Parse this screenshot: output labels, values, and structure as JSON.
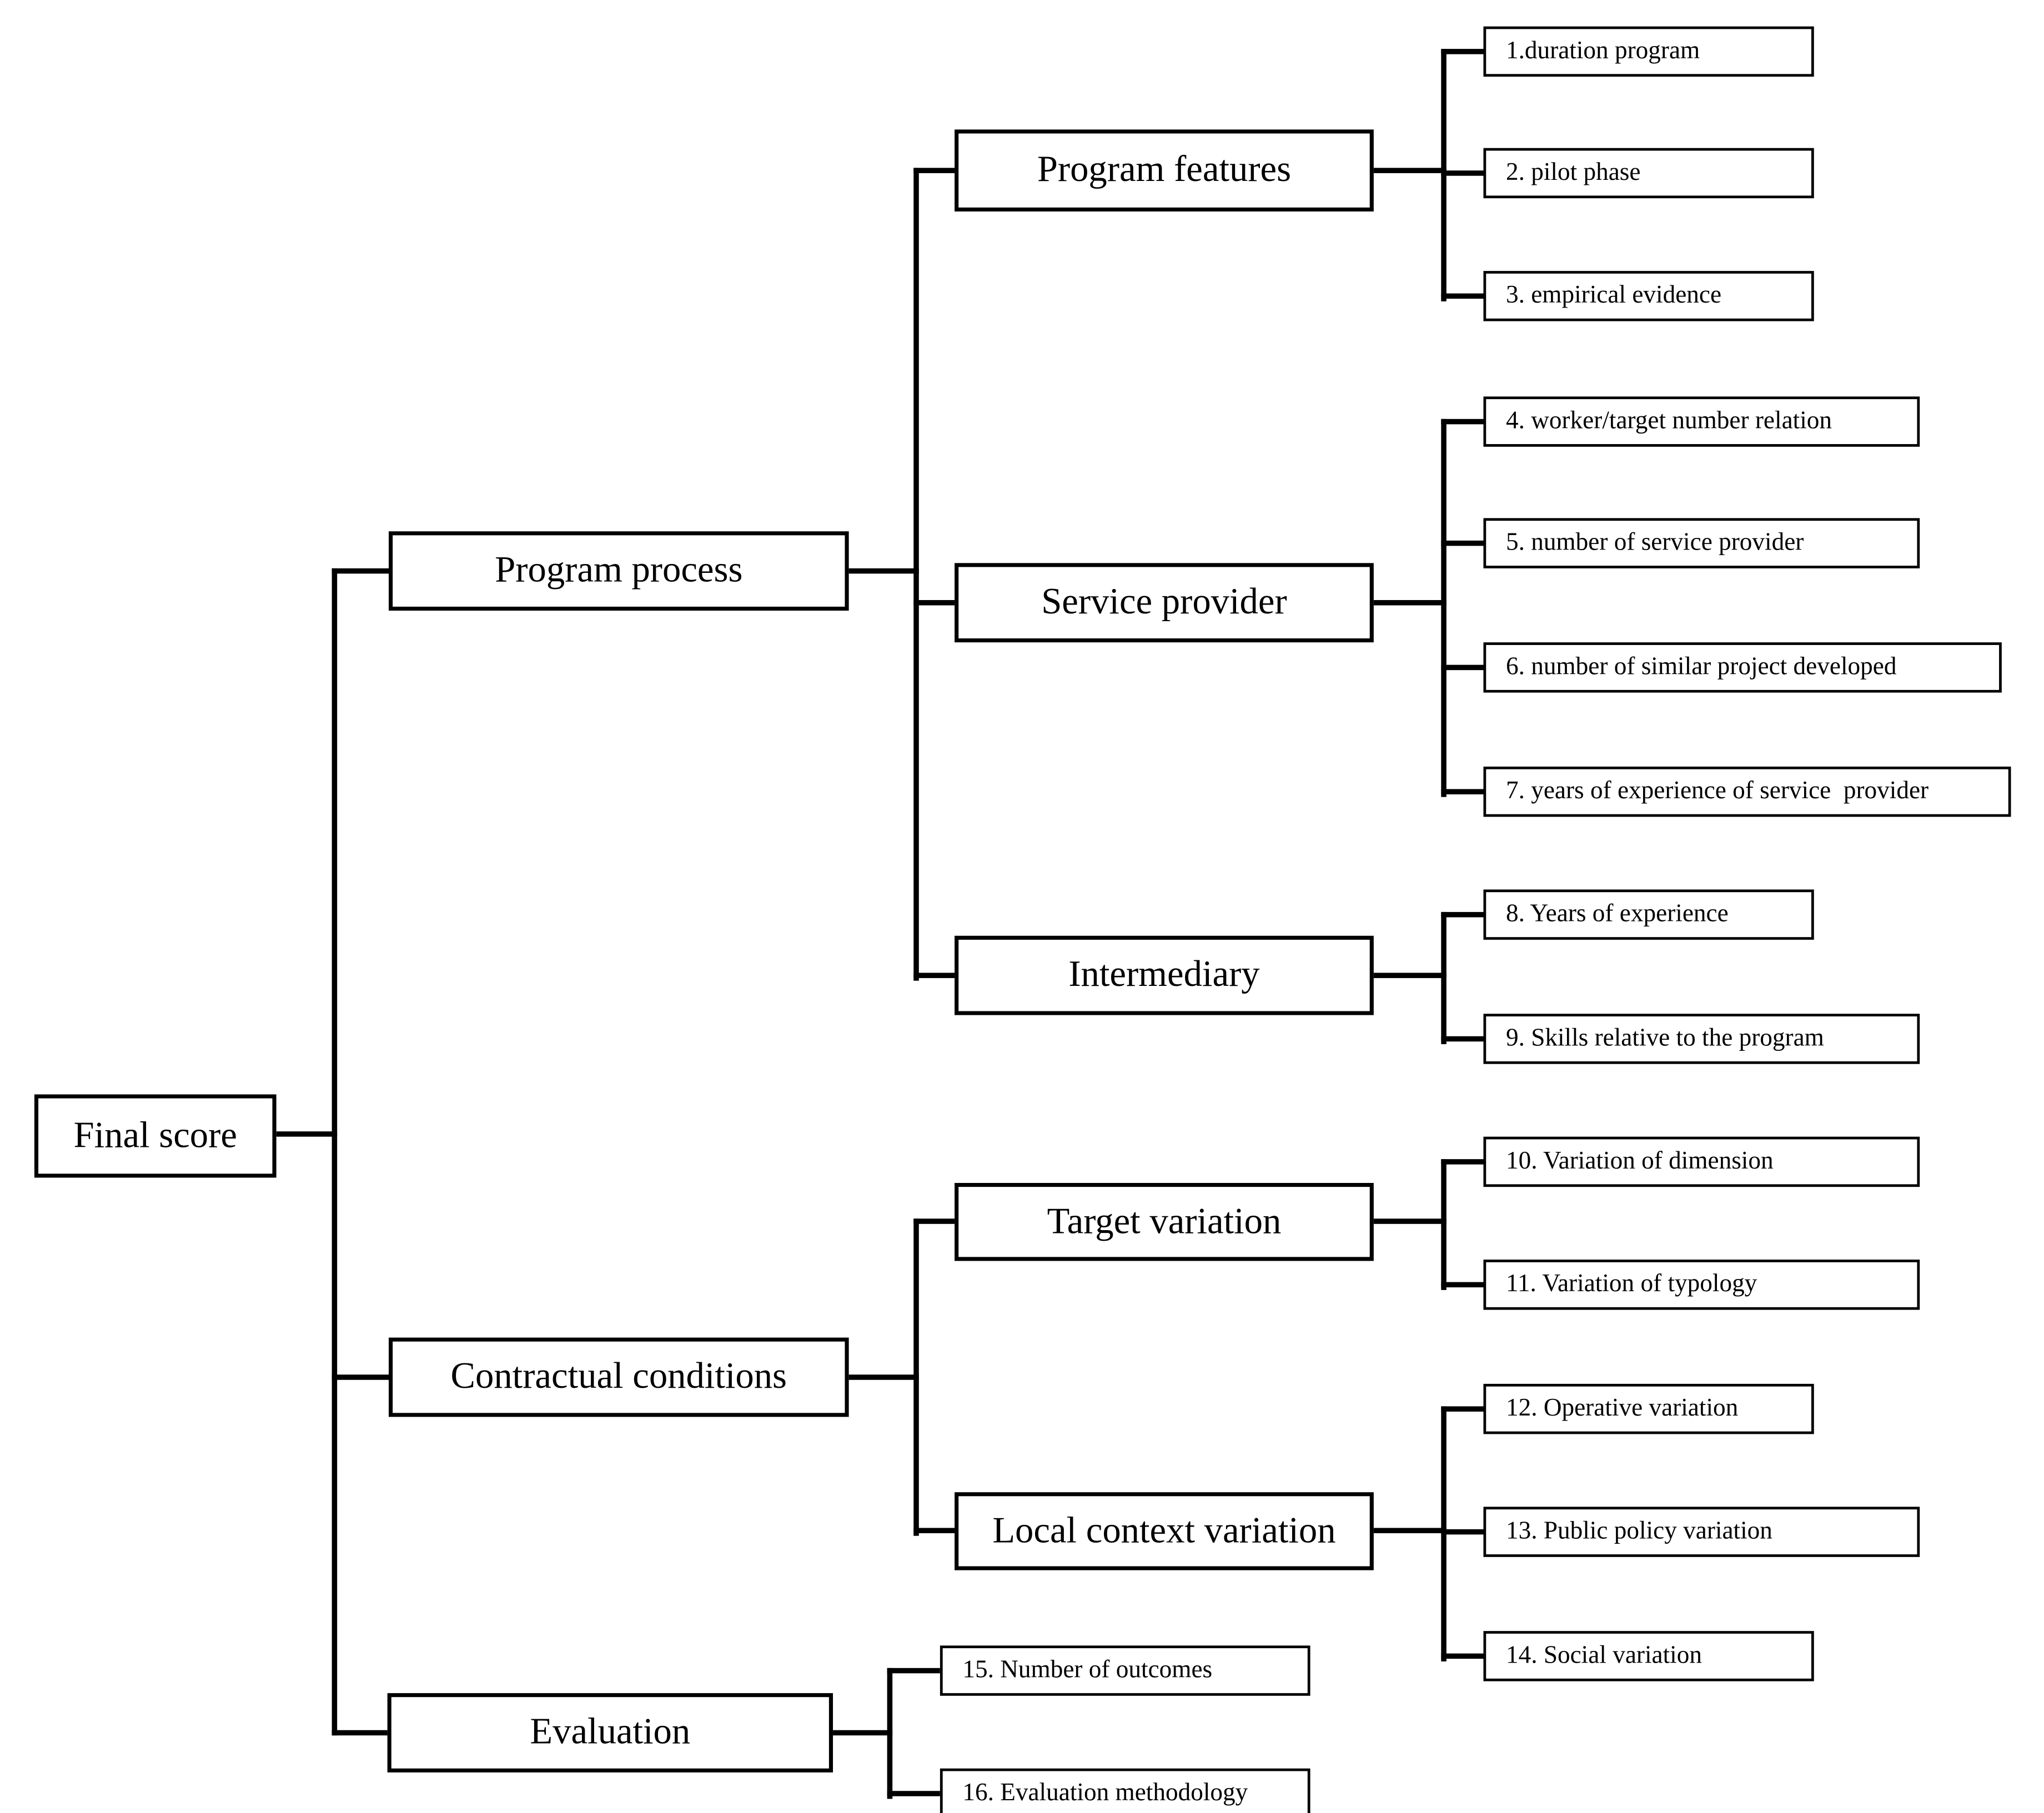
{
  "diagram": {
    "root": {
      "label": "Final score"
    },
    "categories": [
      {
        "label": "Program process",
        "parent": "Final score"
      },
      {
        "label": "Contractual conditions",
        "parent": "Final score"
      },
      {
        "label": "Evaluation",
        "parent": "Final score"
      }
    ],
    "subcategories": [
      {
        "label": "Program features",
        "parent": "Program process"
      },
      {
        "label": "Service provider",
        "parent": "Program process"
      },
      {
        "label": "Intermediary",
        "parent": "Program process"
      },
      {
        "label": "Target variation",
        "parent": "Contractual conditions"
      },
      {
        "label": "Local context variation",
        "parent": "Contractual conditions"
      }
    ],
    "indicators": [
      {
        "label": "1.duration program",
        "parent": "Program features"
      },
      {
        "label": "2. pilot phase",
        "parent": "Program features"
      },
      {
        "label": "3. empirical evidence",
        "parent": "Program features"
      },
      {
        "label": "4. worker/target number relation",
        "parent": "Service provider"
      },
      {
        "label": "5. number of service provider",
        "parent": "Service provider"
      },
      {
        "label": "6. number of similar project developed",
        "parent": "Service provider"
      },
      {
        "label": "7. years of experience of service  provider",
        "parent": "Service provider"
      },
      {
        "label": "8. Years of experience",
        "parent": "Intermediary"
      },
      {
        "label": "9. Skills relative to the program",
        "parent": "Intermediary"
      },
      {
        "label": "10. Variation of dimension",
        "parent": "Target variation"
      },
      {
        "label": "11. Variation of typology",
        "parent": "Target variation"
      },
      {
        "label": "12. Operative variation",
        "parent": "Local context variation"
      },
      {
        "label": "13. Public policy variation",
        "parent": "Local context variation"
      },
      {
        "label": "14. Social variation",
        "parent": "Local context variation"
      },
      {
        "label": "15. Number of outcomes",
        "parent": "Evaluation"
      },
      {
        "label": "16. Evaluation methodology",
        "parent": "Evaluation"
      }
    ]
  }
}
